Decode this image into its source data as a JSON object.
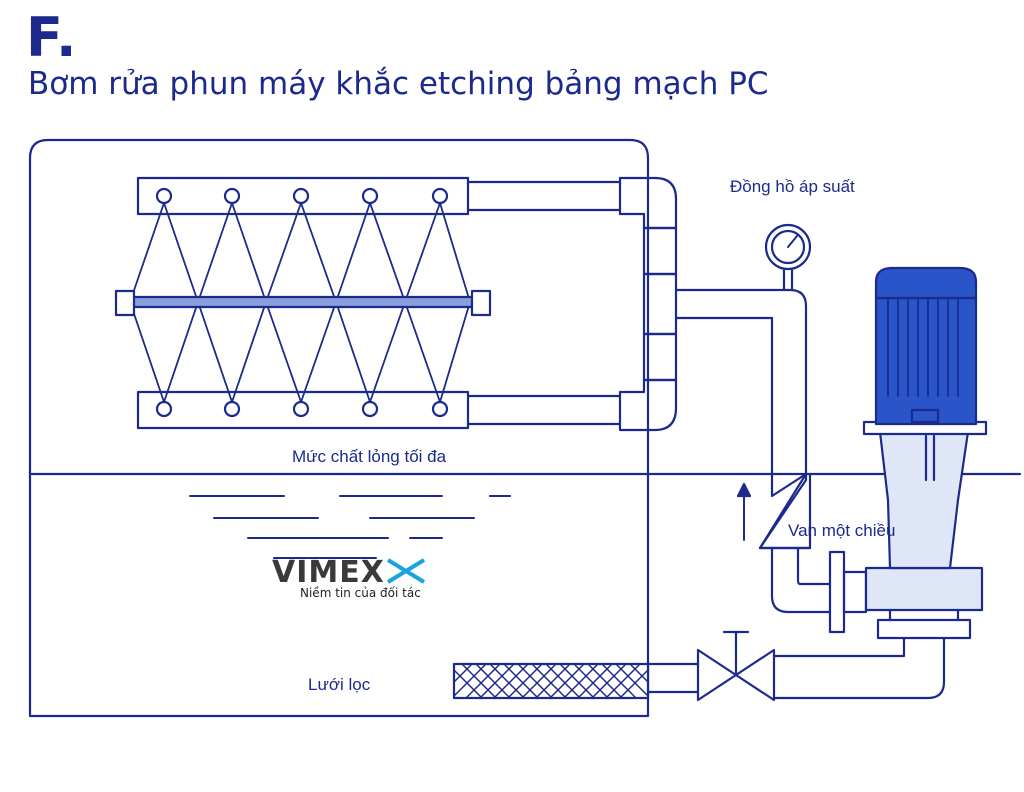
{
  "heading": {
    "letter": "F.",
    "title": "Bơm rửa phun máy khắc etching bảng mạch PC"
  },
  "labels": {
    "pressure_gauge": "Đồng hồ áp suất",
    "max_liquid_level": "Mức chất lỏng tối đa",
    "check_valve": "Van một chiều",
    "filter_screen": "Lưới lọc"
  },
  "watermark": {
    "brand": "VIMEX",
    "tagline": "Niềm tin của đối tác"
  },
  "colors": {
    "line": "#1b2a8c",
    "motor": "#2a55c8",
    "rod": "#8aa0dc",
    "pump_body": "#dfe6f7",
    "logo_dark": "#3a3a3a",
    "logo_accent": "#1aa3e0"
  }
}
